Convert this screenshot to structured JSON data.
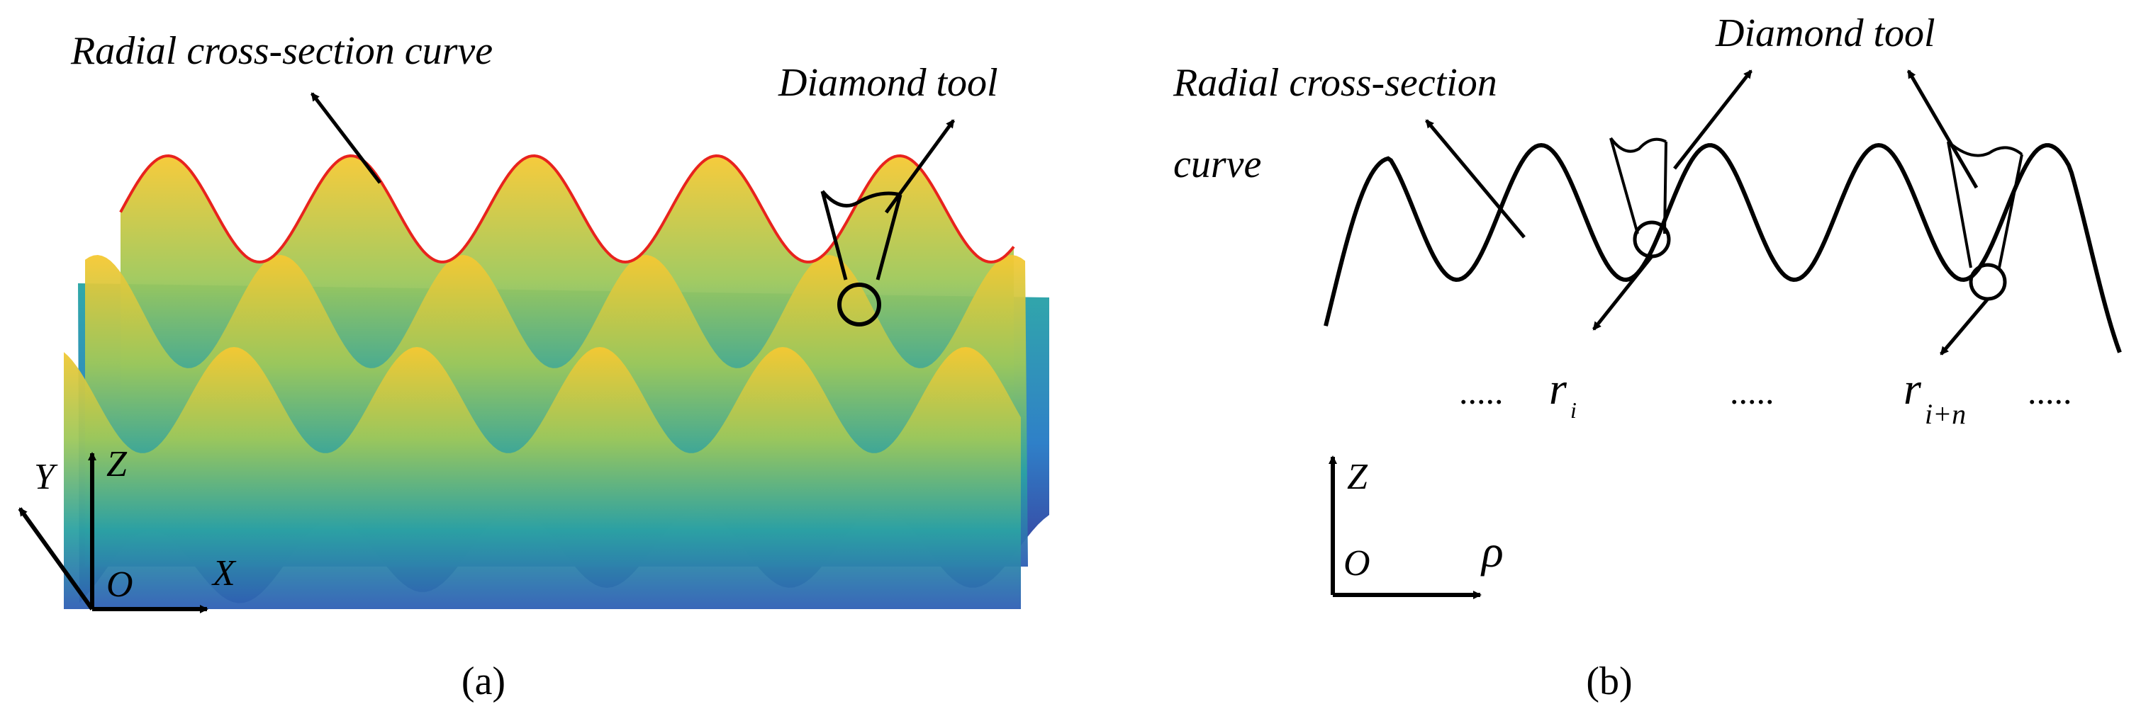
{
  "panel_a": {
    "caption": "(a)",
    "label_curve": "Radial cross-section curve",
    "label_tool": "Diamond tool",
    "axis_x": "X",
    "axis_y": "Y",
    "axis_z": "Z",
    "axis_origin": "O"
  },
  "panel_b": {
    "caption": "(b)",
    "label_curve_line1": "Radial cross-section",
    "label_curve_line2": "curve",
    "label_tool": "Diamond tool",
    "dots_1": ".....",
    "dots_2": ".....",
    "dots_3": ".....",
    "radius_i_base": "r",
    "radius_i_sub": "i",
    "radius_in_base": "r",
    "radius_in_sub": "i+n",
    "axis_z": "Z",
    "axis_rho": "ρ",
    "axis_origin": "O"
  },
  "colors": {
    "surface_low": "#3b2e8f",
    "surface_mid": "#2aa6a0",
    "surface_high": "#f5c936",
    "cross_section_line": "#e8231d"
  }
}
